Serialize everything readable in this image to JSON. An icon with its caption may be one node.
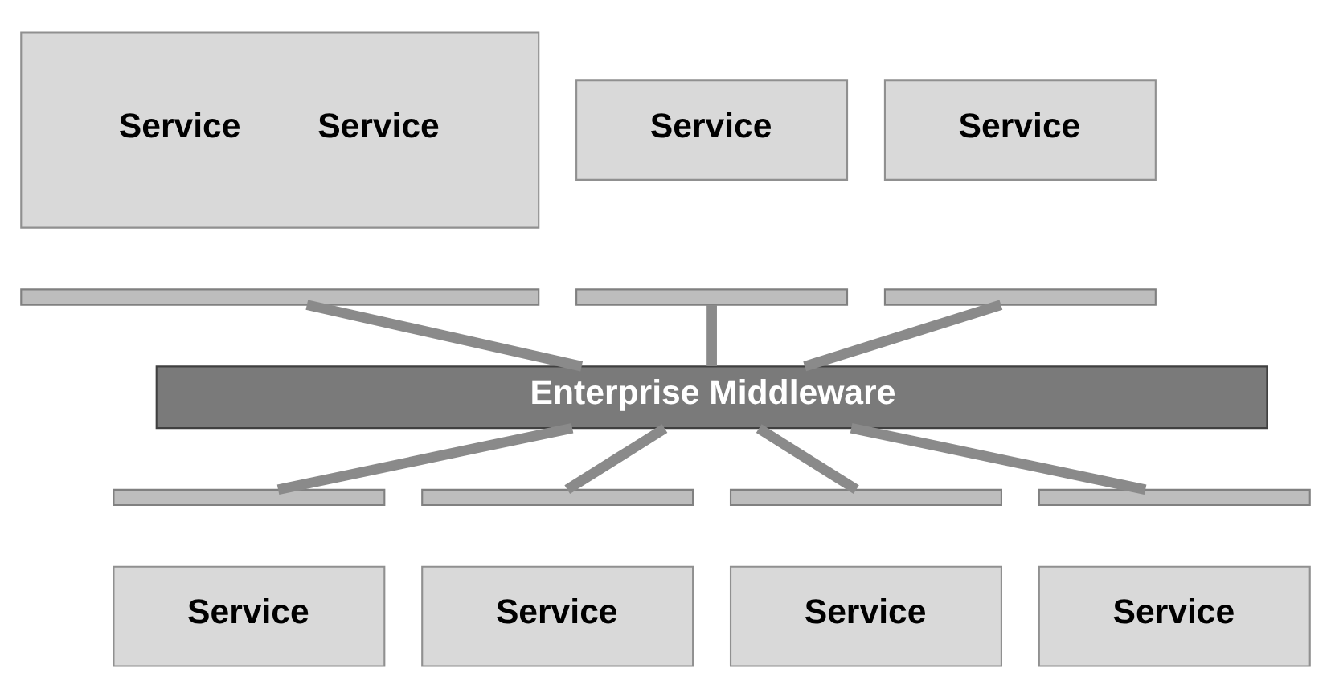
{
  "diagram": {
    "nodes": [
      {
        "text": [
          "Service",
          "Service"
        ]
      },
      {
        "text": [
          "Service"
        ]
      },
      {
        "text": [
          "Service"
        ]
      },
      {
        "text": [],
        "shape": "bar"
      },
      {
        "text": [],
        "shape": "bar"
      },
      {
        "text": [],
        "shape": "bar"
      },
      {
        "text": [
          "Enterprise Middleware"
        ]
      },
      {
        "text": [],
        "shape": "bar"
      },
      {
        "text": [],
        "shape": "bar"
      },
      {
        "text": [],
        "shape": "bar"
      },
      {
        "text": [],
        "shape": "bar"
      },
      {
        "text": [
          "Service"
        ]
      },
      {
        "text": [
          "Service"
        ]
      },
      {
        "text": [
          "Service"
        ]
      },
      {
        "text": [
          "Service"
        ]
      }
    ],
    "edges": [
      {
        "from": 3,
        "to": 6,
        "arrow": "none"
      },
      {
        "from": 4,
        "to": 6,
        "arrow": "none"
      },
      {
        "from": 5,
        "to": 6,
        "arrow": "none"
      },
      {
        "from": 6,
        "to": 7,
        "arrow": "none"
      },
      {
        "from": 6,
        "to": 8,
        "arrow": "none"
      },
      {
        "from": 6,
        "to": 9,
        "arrow": "none"
      },
      {
        "from": 6,
        "to": 10,
        "arrow": "none"
      }
    ]
  }
}
